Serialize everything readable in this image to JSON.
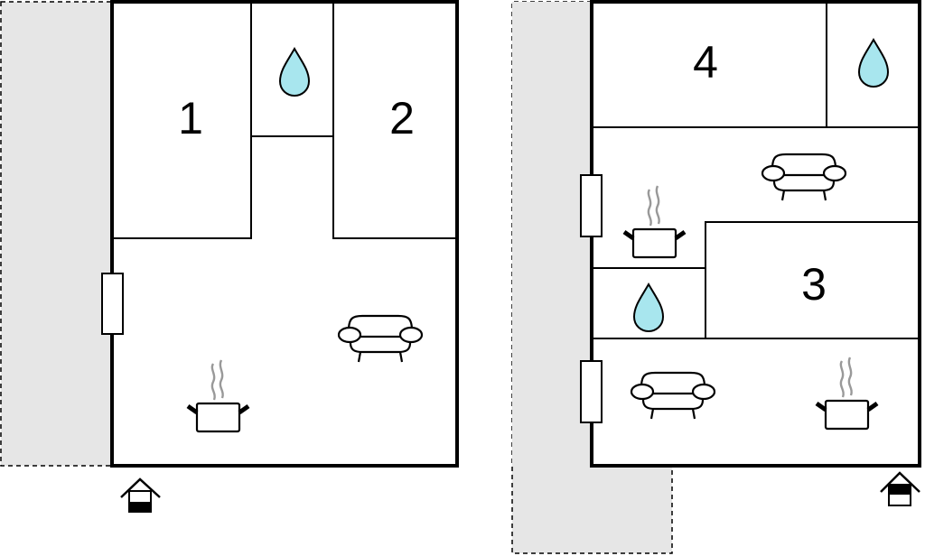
{
  "plan": {
    "rooms": [
      {
        "label": "1"
      },
      {
        "label": "2"
      },
      {
        "label": "3"
      },
      {
        "label": "4"
      }
    ],
    "colors": {
      "wall": "#000000",
      "outdoor": "#e6e6e6",
      "water": "#a8e6ee",
      "steam": "#999999"
    },
    "icons": [
      "water-drop-icon",
      "sofa-icon",
      "cooking-pot-icon",
      "entrance-icon",
      "window"
    ]
  }
}
